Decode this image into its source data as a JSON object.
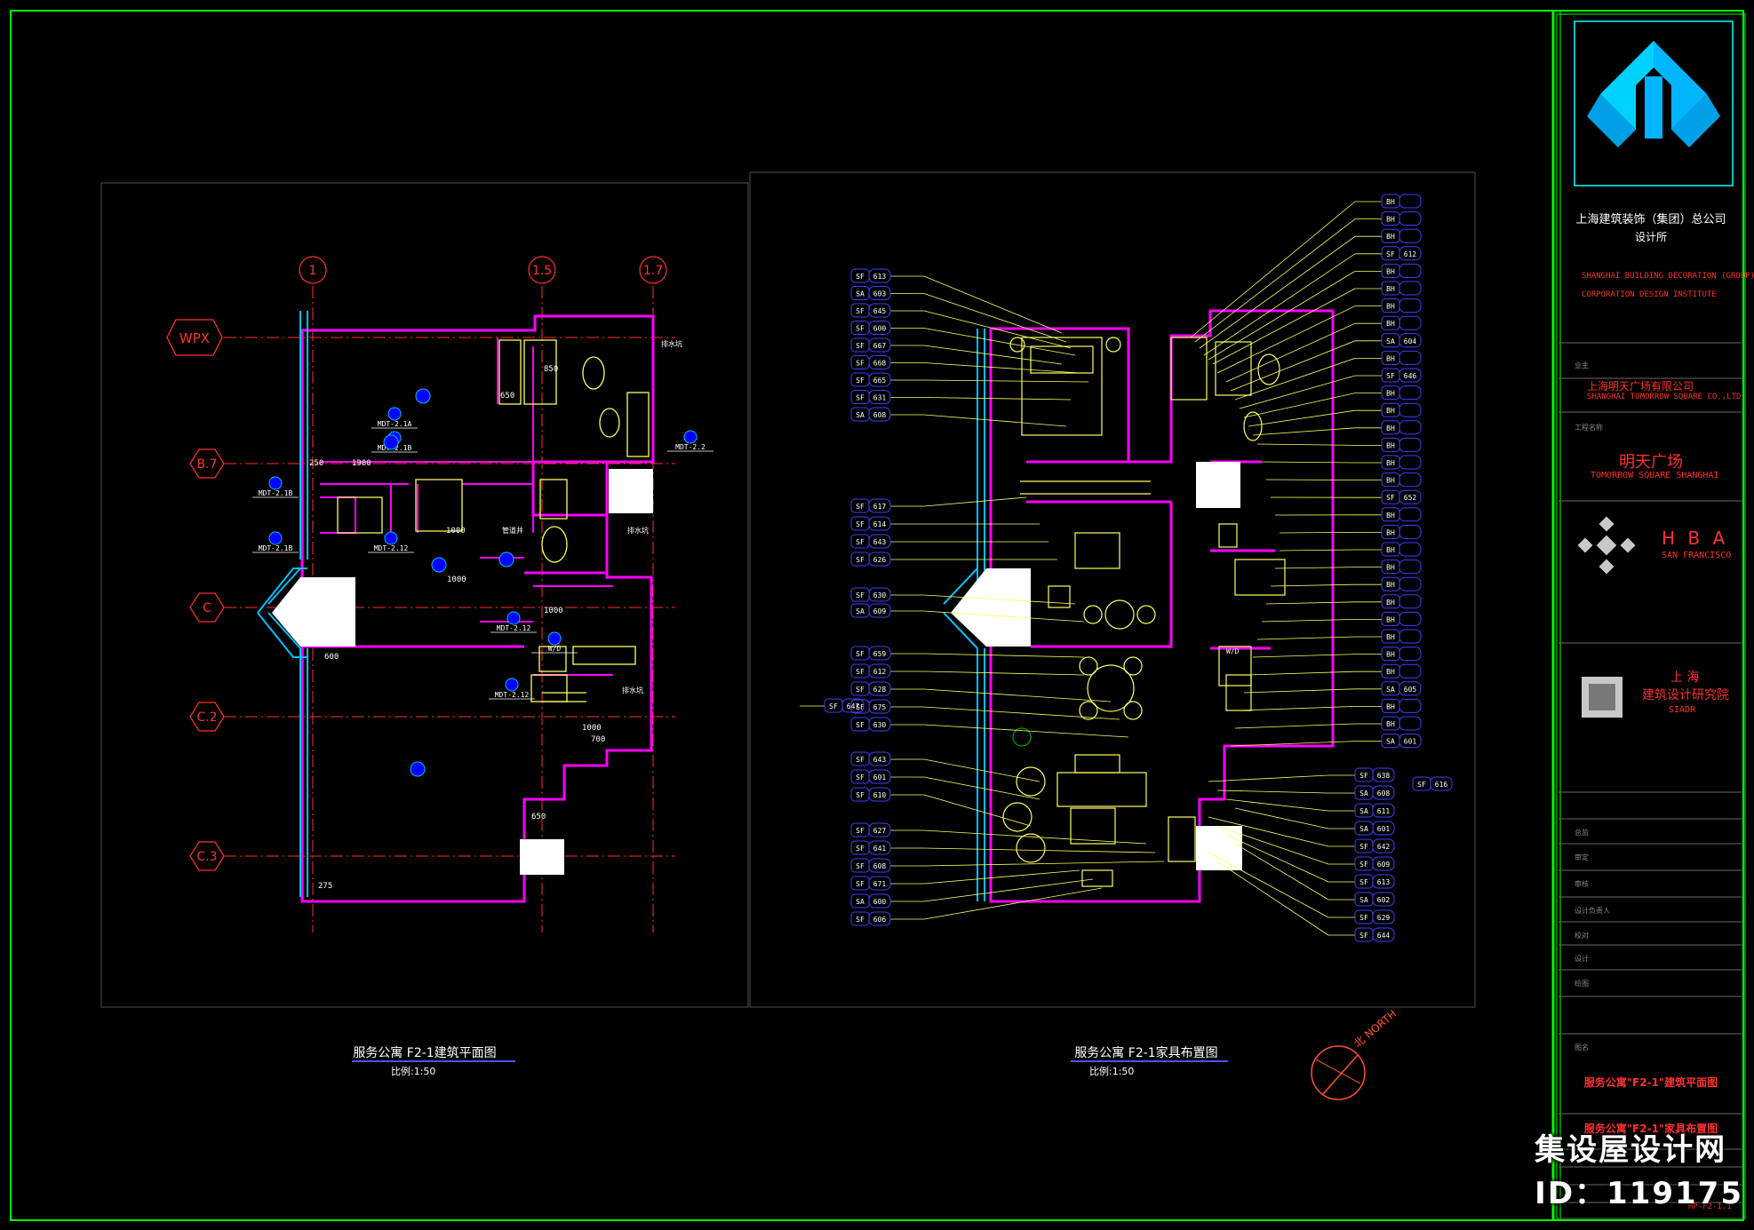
{
  "drawing": {
    "left_plan": {
      "title": "服务公寓 F2-1建筑平面图",
      "scale": "比例:1:50",
      "grid_col_labels": [
        "1",
        "1.5",
        "1.7"
      ],
      "grid_row_labels": [
        "WPX",
        "B.7",
        "C",
        "C.2",
        "C.3"
      ],
      "dims": [
        "850",
        "650",
        "1900",
        "250",
        "1000",
        "1000",
        "600",
        "1000",
        "650",
        "1000",
        "700",
        "275"
      ],
      "tags": [
        "MDT-2.1B",
        "MDT-2.1B",
        "MDT-2.1B",
        "MDT-2.1A",
        "MDT-2.12",
        "MDT-2.12",
        "MDT-2.12",
        "MDT-2.2",
        "W/D"
      ],
      "notes": [
        "排水坑",
        "排水坑",
        "排水坑",
        "管道井"
      ]
    },
    "right_plan": {
      "title": "服务公寓 F2-1家具布置图",
      "scale": "比例:1:50",
      "left_tags": [
        [
          "SF",
          "613"
        ],
        [
          "SA",
          "603"
        ],
        [
          "SF",
          "645"
        ],
        [
          "SF",
          "600"
        ],
        [
          "SF",
          "667"
        ],
        [
          "SF",
          "668"
        ],
        [
          "SF",
          "665"
        ],
        [
          "SF",
          "631"
        ],
        [
          "SA",
          "608"
        ],
        [
          "SF",
          "617"
        ],
        [
          "SF",
          "614"
        ],
        [
          "SF",
          "643"
        ],
        [
          "SF",
          "626"
        ],
        [
          "SF",
          "630"
        ],
        [
          "SA",
          "609"
        ],
        [
          "SF",
          "659"
        ],
        [
          "SF",
          "612"
        ],
        [
          "SF",
          "628"
        ],
        [
          "SF",
          "675"
        ],
        [
          "SF",
          "630"
        ],
        [
          "SF",
          "643"
        ],
        [
          "SF",
          "601"
        ],
        [
          "SF",
          "610"
        ],
        [
          "SF",
          "627"
        ],
        [
          "SF",
          "641"
        ],
        [
          "SF",
          "608"
        ],
        [
          "SF",
          "671"
        ],
        [
          "SA",
          "600"
        ],
        [
          "SF",
          "606"
        ]
      ],
      "extra_left_tag": [
        "SF",
        "647"
      ],
      "right_tags": [
        "BH",
        "BH",
        "BH",
        "SF 612",
        "BH",
        "BH",
        "BH",
        "BH",
        "SA 604",
        "BH",
        "SF 646",
        "BH",
        "BH",
        "BH",
        "BH",
        "BH",
        "BH",
        "SF 652",
        "BH",
        "BH",
        "BH",
        "BH",
        "BH",
        "BH",
        "BH",
        "BH",
        "BH",
        "BH",
        "SA 605",
        "BH",
        "BH",
        "SA 601"
      ],
      "lower_right_tags": [
        "SF 638",
        "SA 608",
        "SA 611",
        "SA 601",
        "SF 642",
        "SF 609",
        "SF 613",
        "SA 602",
        "SF 629",
        "SF 644"
      ],
      "extra_right_tag": "SF 616",
      "notes": [
        "W/D"
      ]
    }
  },
  "title_block": {
    "company_cn": "上海建筑装饰（集团）总公司",
    "dept_cn": "设计所",
    "company_en1": "SHANGHAI BUILDING DECORATION (GROUP)",
    "company_en2": "CORPORATION DESIGN INSTITUTE",
    "client_label": "业主",
    "client_cn": "上海明天广场有限公司",
    "client_en": "SHANGHAI TOMORROW SQUARE CO.,LTD",
    "project_label": "工程名称",
    "project_cn": "明天广场",
    "project_en": "TOMORROW SQUARE SHANGHAI",
    "hba": "H B A",
    "hba_city": "SAN FRANCISCO",
    "inst_cn1": "上 海",
    "inst_cn2": "建筑设计研究院",
    "inst_en": "SIADR",
    "rows": [
      "总监",
      "审定",
      "审核",
      "设计负责人",
      "校对",
      "设计",
      "绘图",
      "图名"
    ],
    "sheet_title1": "服务公寓\"F2-1\"建筑平面图",
    "sheet_title2": "服务公寓\"F2-1\"家具布置图",
    "sheet_no": "HP-F2-1.1"
  },
  "north_label": "北 NORTH",
  "watermark": {
    "site": "集设屋设计网",
    "id": "ID：119175"
  },
  "colors": {
    "frame": "#00ff00",
    "wall": "#ff00ff",
    "cyan": "#00c0ff",
    "grid": "#ff3030",
    "yellow": "#ffff60",
    "blue": "#5050ff"
  }
}
